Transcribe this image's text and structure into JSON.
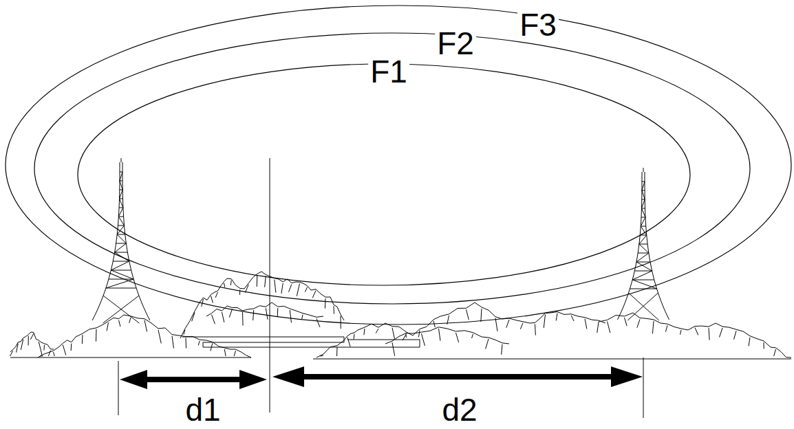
{
  "diagram": {
    "labels": [
      "F3",
      "F2",
      "F1",
      "d1",
      "d2"
    ]
  }
}
